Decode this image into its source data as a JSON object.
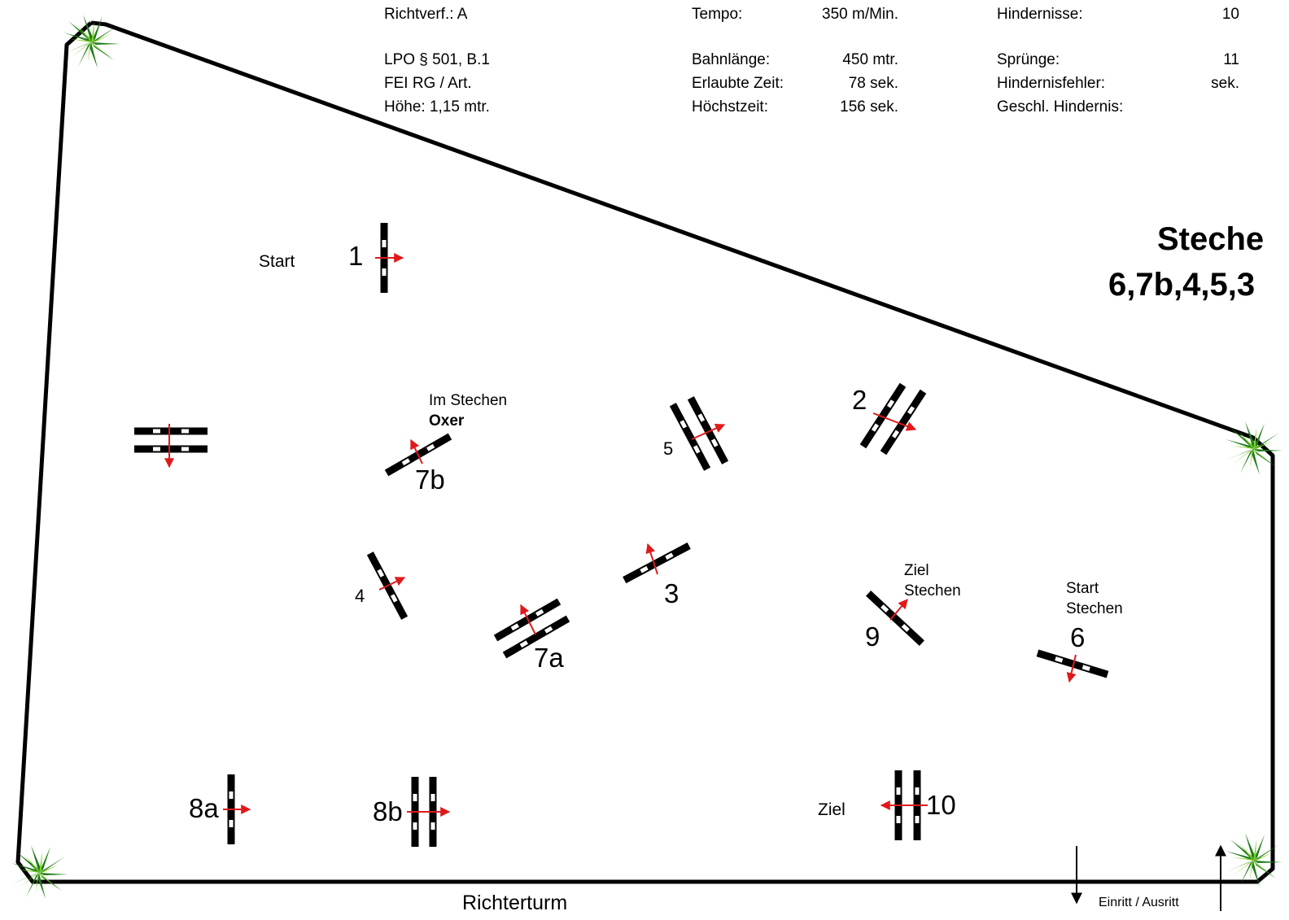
{
  "info": {
    "richtverfahren": "Richtverf.: A",
    "lpo": "LPO § 501, B.1",
    "fei": "FEI RG / Art.",
    "hoehe": "Höhe: 1,15 mtr.",
    "tempo_label": "Tempo:",
    "tempo_value": "350 m/Min.",
    "bahnlaenge_label": "Bahnlänge:",
    "bahnlaenge_value": "450 mtr.",
    "erlaubte_zeit_label": "Erlaubte Zeit:",
    "erlaubte_zeit_value": "78 sek.",
    "hoechstzeit_label": "Höchstzeit:",
    "hoechstzeit_value": "156 sek.",
    "hindernisse_label": "Hindernisse:",
    "hindernisse_value": "10",
    "spruenge_label": "Sprünge:",
    "spruenge_value": "11",
    "hindernisfehler_label": "Hindernisfehler:",
    "hindernisfehler_value": "sek.",
    "geschl_hindernis_label": "Geschl. Hindernis:"
  },
  "stechen": {
    "title": "Steche",
    "sequence": "6,7b,4,5,3"
  },
  "labels": {
    "start": "Start",
    "im_stechen": "Im Stechen",
    "oxer": "Oxer",
    "ziel_stechen_1": "Ziel",
    "ziel_stechen_2": "Stechen",
    "start_stechen_1": "Start",
    "start_stechen_2": "Stechen",
    "ziel": "Ziel",
    "richterturm": "Richterturm",
    "einritt": "Einritt / Ausritt"
  },
  "obstacles": [
    "1",
    "2",
    "3",
    "4",
    "5",
    "6",
    "7a",
    "7b",
    "8a",
    "8b",
    "9",
    "10"
  ],
  "colors": {
    "arena_line": "#000000",
    "arrow": "#e0191b",
    "plant_dark": "#1f7a1a",
    "plant_light": "#7ed321"
  },
  "icons": [
    "plant-icon",
    "arrow-down-icon",
    "arrow-up-icon"
  ]
}
